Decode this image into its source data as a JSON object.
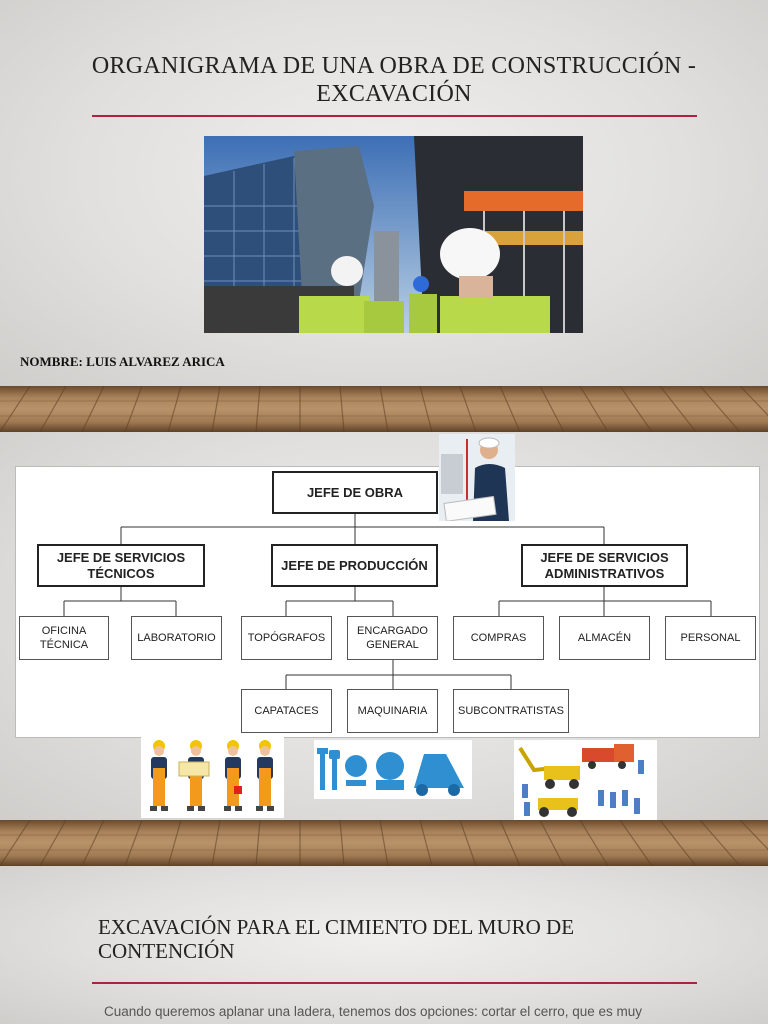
{
  "slide1": {
    "title": "ORGANIGRAMA DE UNA OBRA DE CONSTRUCCIÓN - EXCAVACIÓN",
    "name": "NOMBRE: LUIS ALVAREZ ARICA"
  },
  "org_chart": {
    "root": "JEFE DE OBRA",
    "level1": [
      "JEFE DE SERVICIOS TÉCNICOS",
      "JEFE DE PRODUCCIÓN",
      "JEFE DE SERVICIOS ADMINISTRATIVOS"
    ],
    "tecnicos": [
      "OFICINA TÉCNICA",
      "LABORATORIO"
    ],
    "produccion": [
      "TOPÓGRAFOS",
      "ENCARGADO GENERAL"
    ],
    "administrativos": [
      "COMPRAS",
      "ALMACÉN",
      "PERSONAL"
    ],
    "encargado": [
      "CAPATACES",
      "MAQUINARIA",
      "SUBCONTRATISTAS"
    ]
  },
  "slide3": {
    "title": "EXCAVACIÓN PARA EL CIMIENTO DEL MURO DE CONTENCIÓN",
    "paragraph": "Cuando queremos aplanar una ladera, tenemos dos opciones: cortar el cerro, que es muy"
  },
  "colors": {
    "accent_rule": "#b0213f",
    "wood": "#a9825a"
  }
}
